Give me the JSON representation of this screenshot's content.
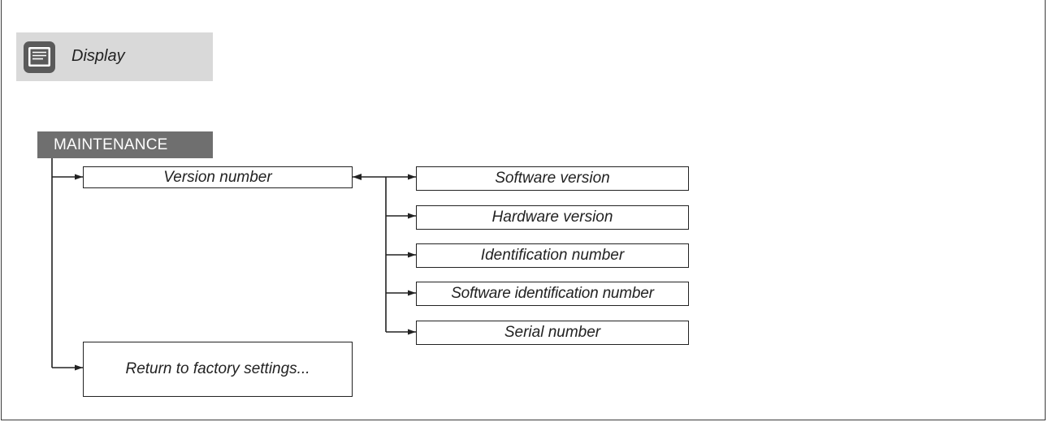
{
  "header": {
    "display_label": "Display",
    "display_icon": "display-icon",
    "section_title": "MAINTENANCE"
  },
  "menu": {
    "version_number": "Version number",
    "return_factory": "Return to factory settings...",
    "version_items": [
      "Software version",
      "Hardware version",
      "Identification number",
      "Software identification number",
      "Serial number"
    ]
  },
  "colors": {
    "header_bg": "#d9d9d9",
    "section_bg": "#6f6f6f",
    "icon_bg": "#5a5a5a",
    "line": "#222222"
  }
}
